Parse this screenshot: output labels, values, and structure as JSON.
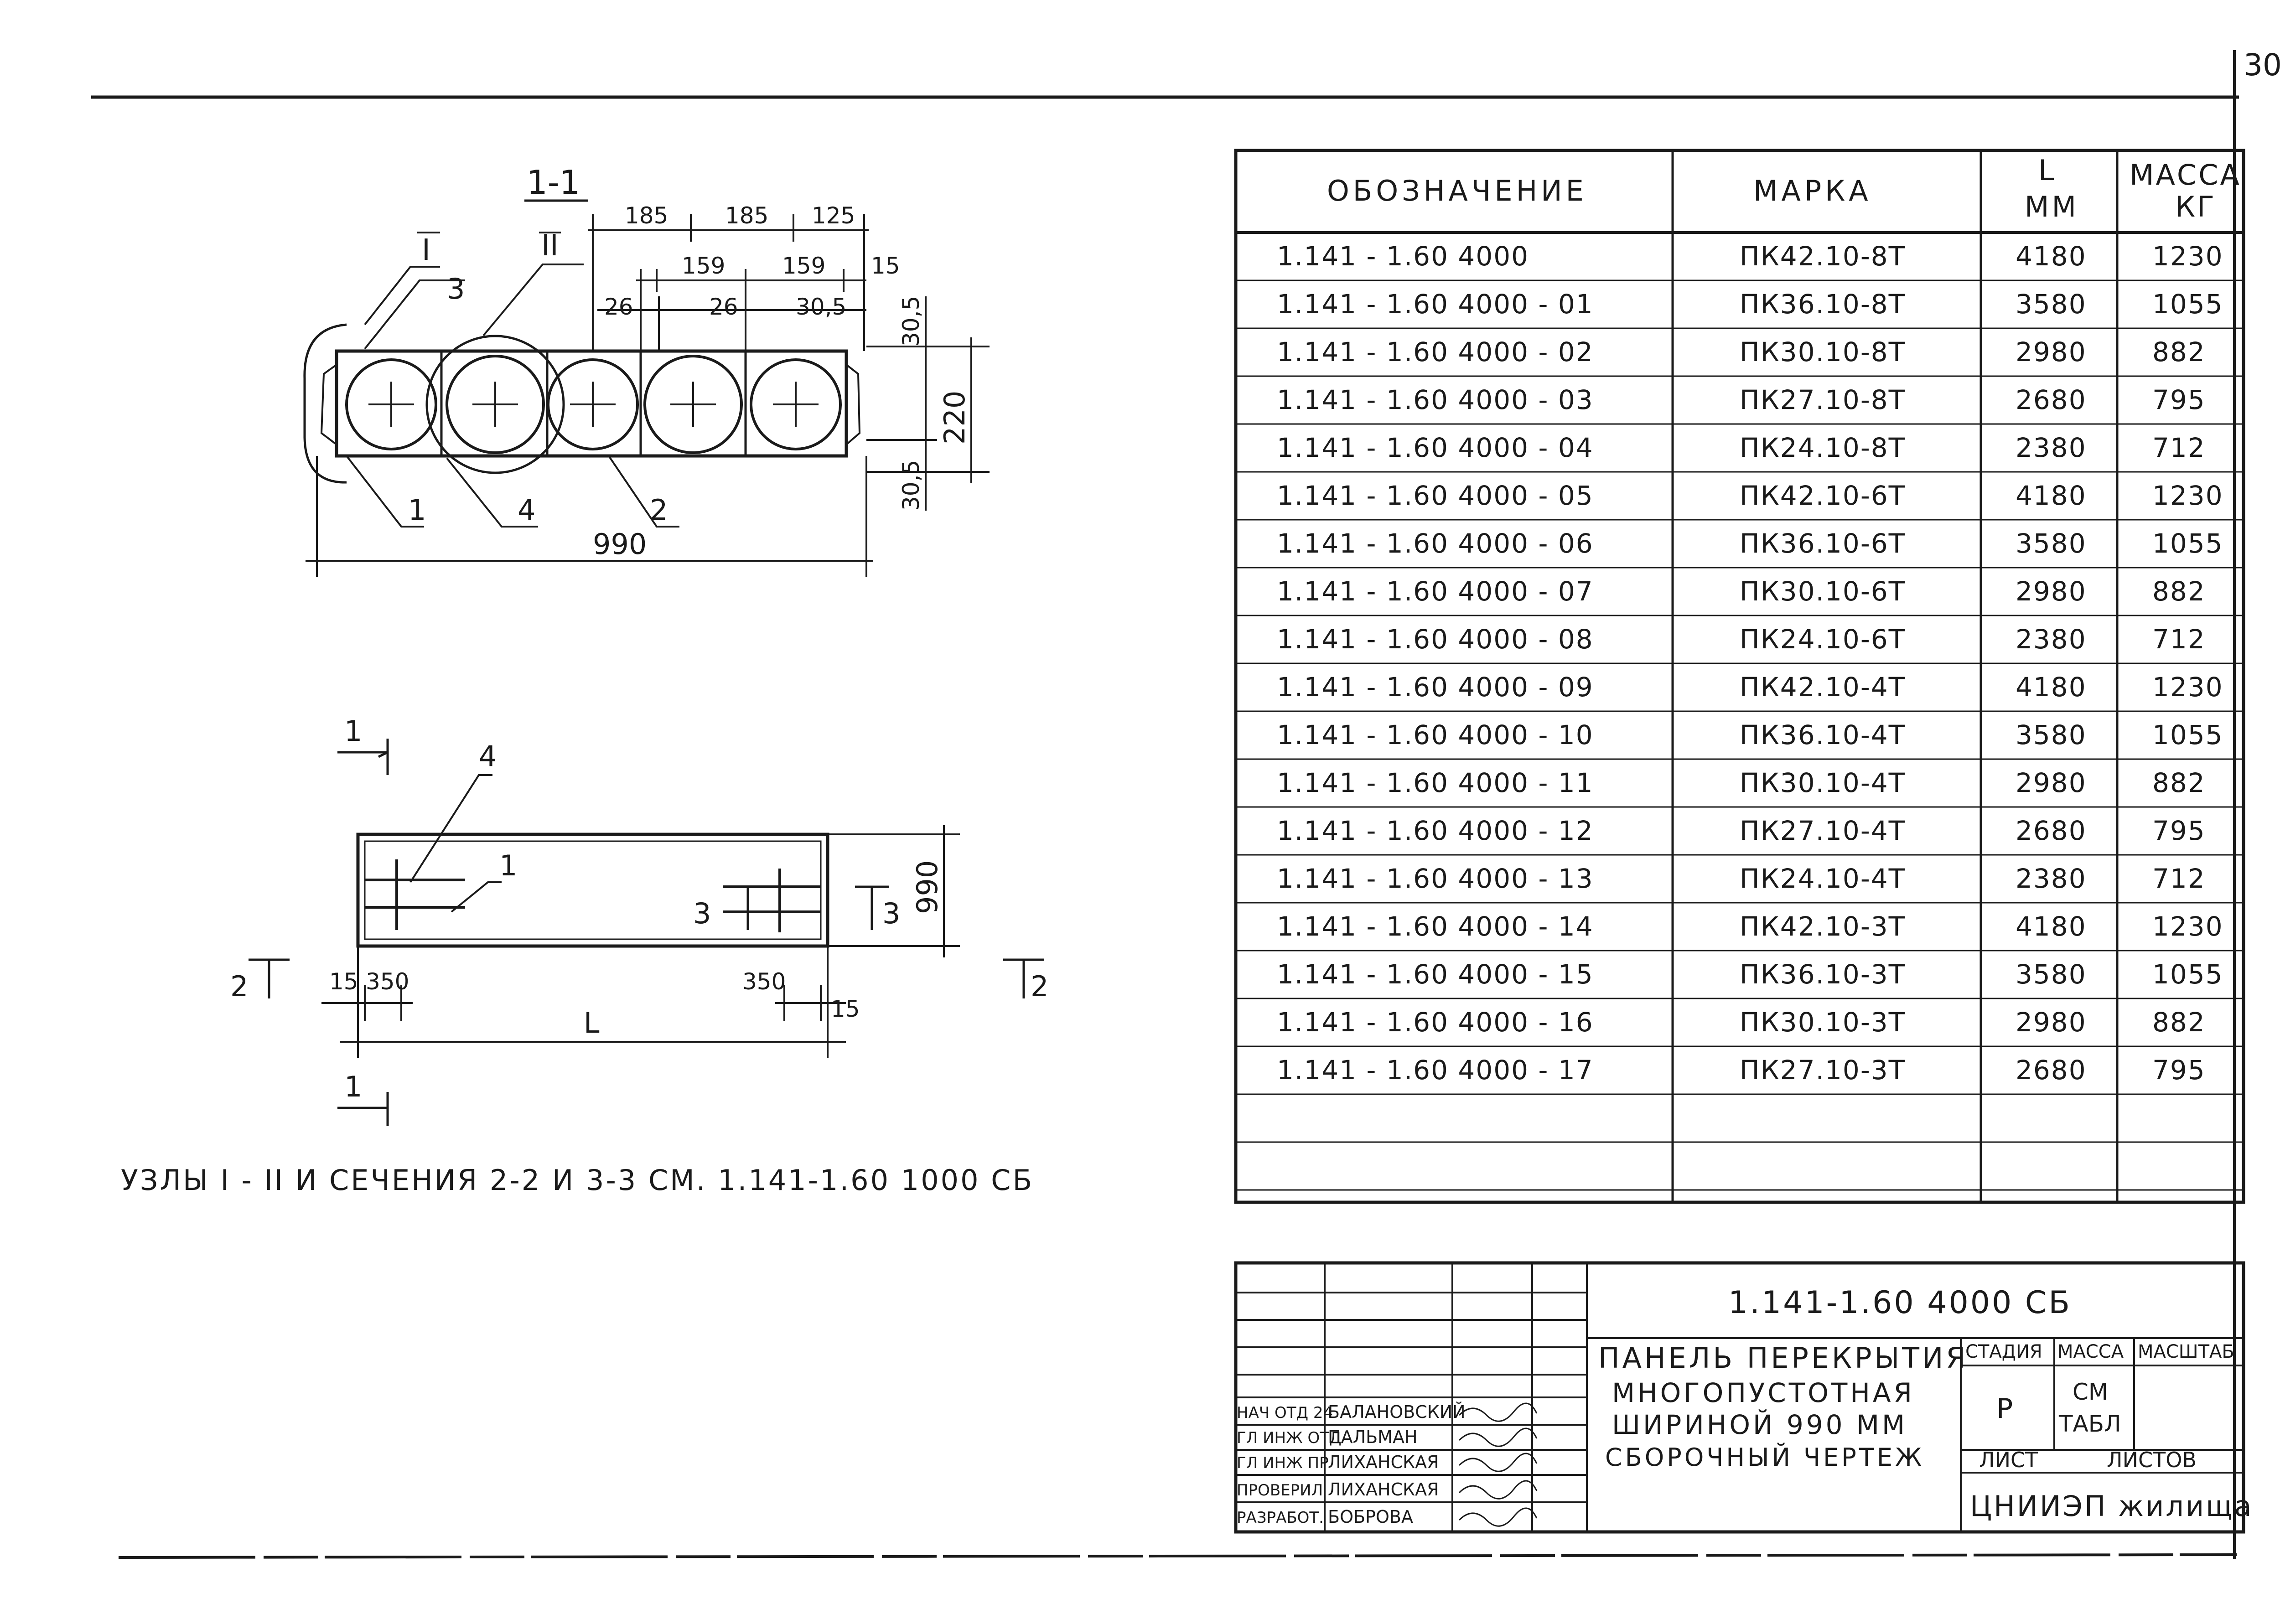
{
  "page_number": "30",
  "section_view": {
    "title": "1-1",
    "node_labels": [
      "I",
      "II"
    ],
    "callouts": [
      "3",
      "1",
      "4",
      "2"
    ],
    "dims": {
      "top_1": "185",
      "top_2": "185",
      "top_3": "125",
      "top_a": "159",
      "top_b": "159",
      "edge_15": "15",
      "rib_1": "26",
      "rib_2": "26",
      "rib_3": "30,5",
      "right_top": "30,5",
      "height": "220",
      "right_bottom": "30,5",
      "width": "990"
    }
  },
  "plan_view": {
    "callouts": [
      "4",
      "1"
    ],
    "dims": {
      "width": "990",
      "left_15": "15",
      "left_350": "350",
      "right_350": "350",
      "right_15": "15",
      "length": "L"
    },
    "section_marks": {
      "s1_top": "1",
      "s1_bottom": "1",
      "s2_left": "2",
      "s2_right": "2",
      "s3_left": "3",
      "s3_right": "3"
    }
  },
  "note": "УЗЛЫ  I - II  И  СЕЧЕНИЯ  2-2 И 3-3 СМ. 1.141-1.60  1000 СБ",
  "table": {
    "headers": {
      "designation": "ОБОЗНАЧЕНИЕ",
      "mark": "МАРКА",
      "length": "L",
      "length_unit": "ММ",
      "mass": "МАССА",
      "mass_unit": "КГ"
    },
    "rows": [
      {
        "designation": "1.141 - 1.60  4000",
        "mark": "ПК42.10-8Т",
        "length": "4180",
        "mass": "1230"
      },
      {
        "designation": "1.141 - 1.60  4000 - 01",
        "mark": "ПК36.10-8Т",
        "length": "3580",
        "mass": "1055"
      },
      {
        "designation": "1.141 - 1.60  4000 - 02",
        "mark": "ПК30.10-8Т",
        "length": "2980",
        "mass": "882"
      },
      {
        "designation": "1.141 - 1.60  4000 - 03",
        "mark": "ПК27.10-8Т",
        "length": "2680",
        "mass": "795"
      },
      {
        "designation": "1.141 - 1.60  4000 - 04",
        "mark": "ПК24.10-8Т",
        "length": "2380",
        "mass": "712"
      },
      {
        "designation": "1.141 - 1.60  4000 - 05",
        "mark": "ПК42.10-6Т",
        "length": "4180",
        "mass": "1230"
      },
      {
        "designation": "1.141 - 1.60  4000 - 06",
        "mark": "ПК36.10-6Т",
        "length": "3580",
        "mass": "1055"
      },
      {
        "designation": "1.141 - 1.60  4000 - 07",
        "mark": "ПК30.10-6Т",
        "length": "2980",
        "mass": "882"
      },
      {
        "designation": "1.141 - 1.60  4000 - 08",
        "mark": "ПК24.10-6Т",
        "length": "2380",
        "mass": "712"
      },
      {
        "designation": "1.141 - 1.60  4000 - 09",
        "mark": "ПК42.10-4Т",
        "length": "4180",
        "mass": "1230"
      },
      {
        "designation": "1.141 - 1.60  4000 - 10",
        "mark": "ПК36.10-4Т",
        "length": "3580",
        "mass": "1055"
      },
      {
        "designation": "1.141 - 1.60  4000 - 11",
        "mark": "ПК30.10-4Т",
        "length": "2980",
        "mass": "882"
      },
      {
        "designation": "1.141 - 1.60  4000 - 12",
        "mark": "ПК27.10-4Т",
        "length": "2680",
        "mass": "795"
      },
      {
        "designation": "1.141 - 1.60  4000 - 13",
        "mark": "ПК24.10-4Т",
        "length": "2380",
        "mass": "712"
      },
      {
        "designation": "1.141 - 1.60  4000 - 14",
        "mark": "ПК42.10-3Т",
        "length": "4180",
        "mass": "1230"
      },
      {
        "designation": "1.141 - 1.60  4000 - 15",
        "mark": "ПК36.10-3Т",
        "length": "3580",
        "mass": "1055"
      },
      {
        "designation": "1.141 - 1.60  4000 - 16",
        "mark": "ПК30.10-3Т",
        "length": "2980",
        "mass": "882"
      },
      {
        "designation": "1.141 - 1.60  4000 - 17",
        "mark": "ПК27.10-3Т",
        "length": "2680",
        "mass": "795"
      }
    ]
  },
  "title_block": {
    "doc_code": "1.141-1.60 4000 СБ",
    "title_lines": [
      "ПАНЕЛЬ ПЕРЕКРЫТИЯ",
      "МНОГОПУСТОТНАЯ",
      "ШИРИНОЙ  990 ММ",
      "СБОРОЧНЫЙ  ЧЕРТЕЖ"
    ],
    "stage_header": "СТАДИЯ",
    "mass_header": "МАССА",
    "scale_header": "МАСШТАБ",
    "stage_value": "Р",
    "mass_value_1": "СМ",
    "mass_value_2": "ТАБЛ",
    "sheet_label": "ЛИСТ",
    "sheets_label": "ЛИСТОВ",
    "organization": "ЦНИИЭП жилища",
    "staff": [
      {
        "role": "НАЧ ОТД 24",
        "name": "БАЛАНОВСКИЙ"
      },
      {
        "role": "ГЛ ИНЖ ОТД",
        "name": "ПАЛЬМАН"
      },
      {
        "role": "ГЛ ИНЖ ПР",
        "name": "ЛИХАНСКАЯ"
      },
      {
        "role": "ПРОВЕРИЛ",
        "name": "ЛИХАНСКАЯ"
      },
      {
        "role": "РАЗРАБОТ.",
        "name": "БОБРОВА"
      }
    ]
  }
}
